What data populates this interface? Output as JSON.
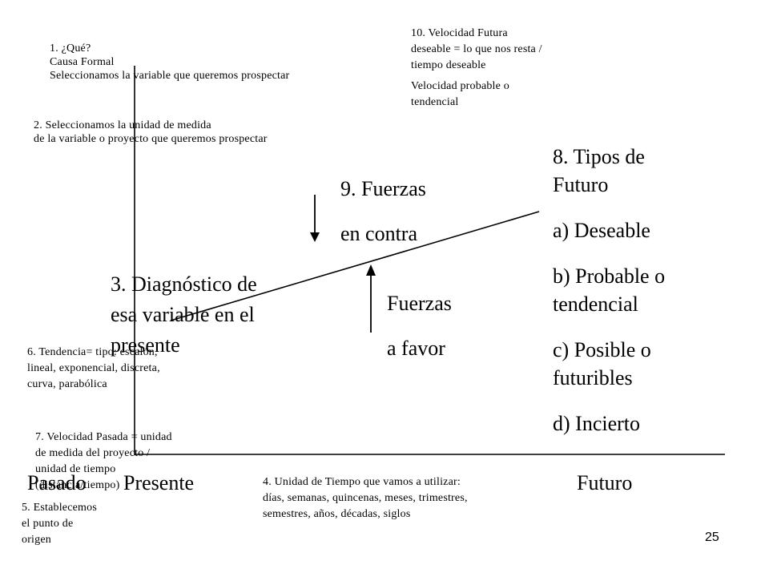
{
  "notes": {
    "n1": [
      "1. ¿Qué?",
      "Causa Formal",
      "Seleccionamos la variable que queremos prospectar"
    ],
    "n2": [
      "2. Seleccionamos la unidad de medida",
      "de la variable o proyecto que queremos prospectar"
    ],
    "n10": [
      "10. Velocidad Futura",
      "deseable = lo que nos resta /",
      "tiempo deseable"
    ],
    "n10b": [
      "Velocidad probable o",
      "tendencial"
    ],
    "n6": [
      "6. Tendencia= tipo: escalón,",
      "lineal, exponencial, discreta,",
      "curva, parabólica"
    ],
    "n7": [
      "7. Velocidad Pasada = unidad",
      "de medida del proyecto /",
      "unidad de tiempo",
      "(distancia/tiempo)"
    ],
    "n5": [
      "5. Establecemos",
      "el punto de",
      "origen"
    ],
    "n4": [
      "4. Unidad de Tiempo que vamos a utilizar:",
      "días, semanas, quincenas, meses, trimestres,",
      "semestres, años, décadas, siglos"
    ]
  },
  "big": {
    "fuerzas_contra": [
      "9. Fuerzas",
      "en contra"
    ],
    "diagnostico": [
      "3. Diagnóstico de",
      "esa variable en el",
      "presente"
    ],
    "fuerzas_favor": [
      "Fuerzas",
      "a favor"
    ],
    "tipos_title": [
      "8. Tipos de",
      "Futuro"
    ],
    "tipos_items": [
      "a) Deseable",
      "b) Probable o",
      "tendencial",
      "c) Posible o",
      "futuribles",
      "d) Incierto"
    ]
  },
  "axis_labels": {
    "pasado": "Pasado",
    "presente": "Presente",
    "futuro": "Futuro"
  },
  "page_number": "25"
}
